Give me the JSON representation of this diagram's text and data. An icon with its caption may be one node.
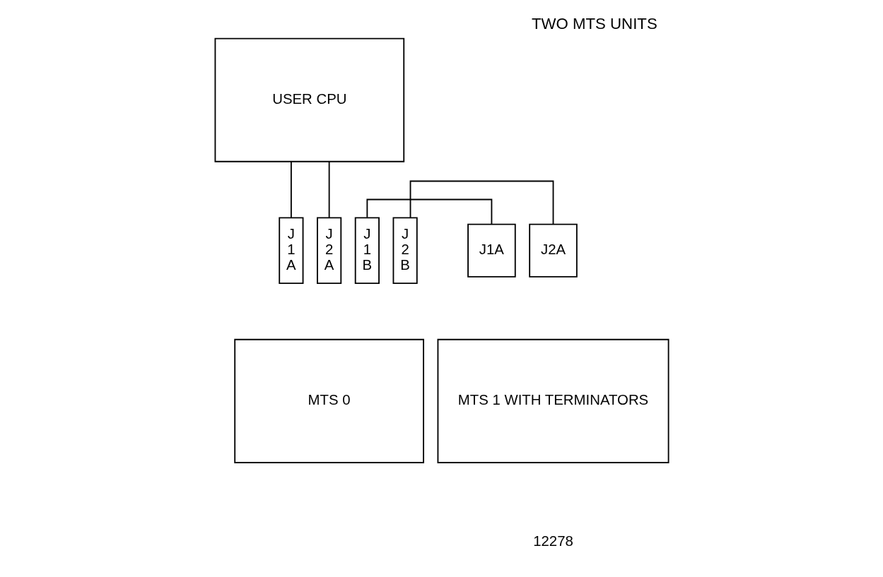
{
  "diagram": {
    "title": "TWO MTS UNITS",
    "nodes": [
      {
        "text": [
          "USER CPU"
        ]
      },
      {
        "text": [
          "J 1 A"
        ]
      },
      {
        "text": [
          "J 1 B"
        ]
      },
      {
        "text": [
          "J 2 A"
        ]
      },
      {
        "text": [
          "J 2 B"
        ]
      },
      {
        "text": [
          "MTS 0"
        ]
      },
      {
        "text": [
          "J1A"
        ]
      },
      {
        "text": [
          "J2A"
        ]
      },
      {
        "text": [
          "MTS 1 WITH TERMINATORS"
        ]
      }
    ],
    "edges": [
      {
        "from": 0,
        "to": 1,
        "arrow": "none"
      },
      {
        "from": 0,
        "to": 3,
        "arrow": "none"
      },
      {
        "from": 2,
        "to": 6,
        "arrow": "none"
      },
      {
        "from": 4,
        "to": 7,
        "arrow": "none"
      }
    ],
    "labels": [
      "12278"
    ]
  }
}
